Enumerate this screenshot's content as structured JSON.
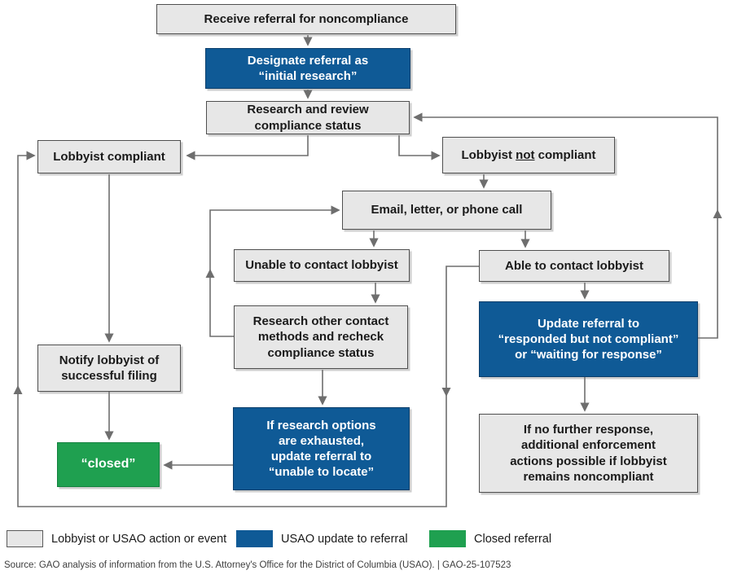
{
  "colors": {
    "box_gray": "#e7e7e7",
    "box_blue": "#0f5a96",
    "box_green": "#1fa050",
    "line_gray": "#6e6e6e",
    "border_dark": "#4f4f4f"
  },
  "boxes": {
    "receive": {
      "lines": [
        "Receive referral for noncompliance"
      ]
    },
    "designate": {
      "lines": [
        "Designate referral as",
        "“initial research”"
      ]
    },
    "research_review": {
      "lines": [
        "Research and review",
        "compliance status"
      ]
    },
    "compliant": {
      "lines": [
        "Lobbyist compliant"
      ]
    },
    "not_compliant": {
      "pre": "Lobbyist ",
      "underlined": "not",
      "post": " compliant"
    },
    "email": {
      "lines": [
        "Email, letter, or phone call"
      ]
    },
    "unable": {
      "lines": [
        "Unable to contact lobbyist"
      ]
    },
    "able": {
      "lines": [
        "Able to contact lobbyist"
      ]
    },
    "research_other": {
      "lines": [
        "Research other contact",
        "methods and recheck",
        "compliance status"
      ]
    },
    "update_responded": {
      "lines": [
        "Update referral to",
        "“responded but not compliant”",
        "or “waiting for response”"
      ]
    },
    "notify": {
      "lines": [
        "Notify lobbyist of",
        "successful filing"
      ]
    },
    "closed": {
      "lines": [
        "“closed”"
      ]
    },
    "if_research": {
      "lines": [
        "If research options",
        "are exhausted,",
        "update referral to",
        "“unable to locate”"
      ]
    },
    "if_no_response": {
      "lines": [
        "If no further response,",
        "additional enforcement",
        "actions possible if lobbyist",
        "remains noncompliant"
      ]
    }
  },
  "legend": {
    "items": [
      {
        "label": "Lobbyist or USAO action or event",
        "color": "#e7e7e7"
      },
      {
        "label": "USAO update to referral",
        "color": "#0f5a96"
      },
      {
        "label": "Closed referral",
        "color": "#1fa050"
      }
    ]
  },
  "source": "Source: GAO analysis of information from the U.S. Attorney's Office for the District of Columbia (USAO).  |  GAO-25-107523"
}
